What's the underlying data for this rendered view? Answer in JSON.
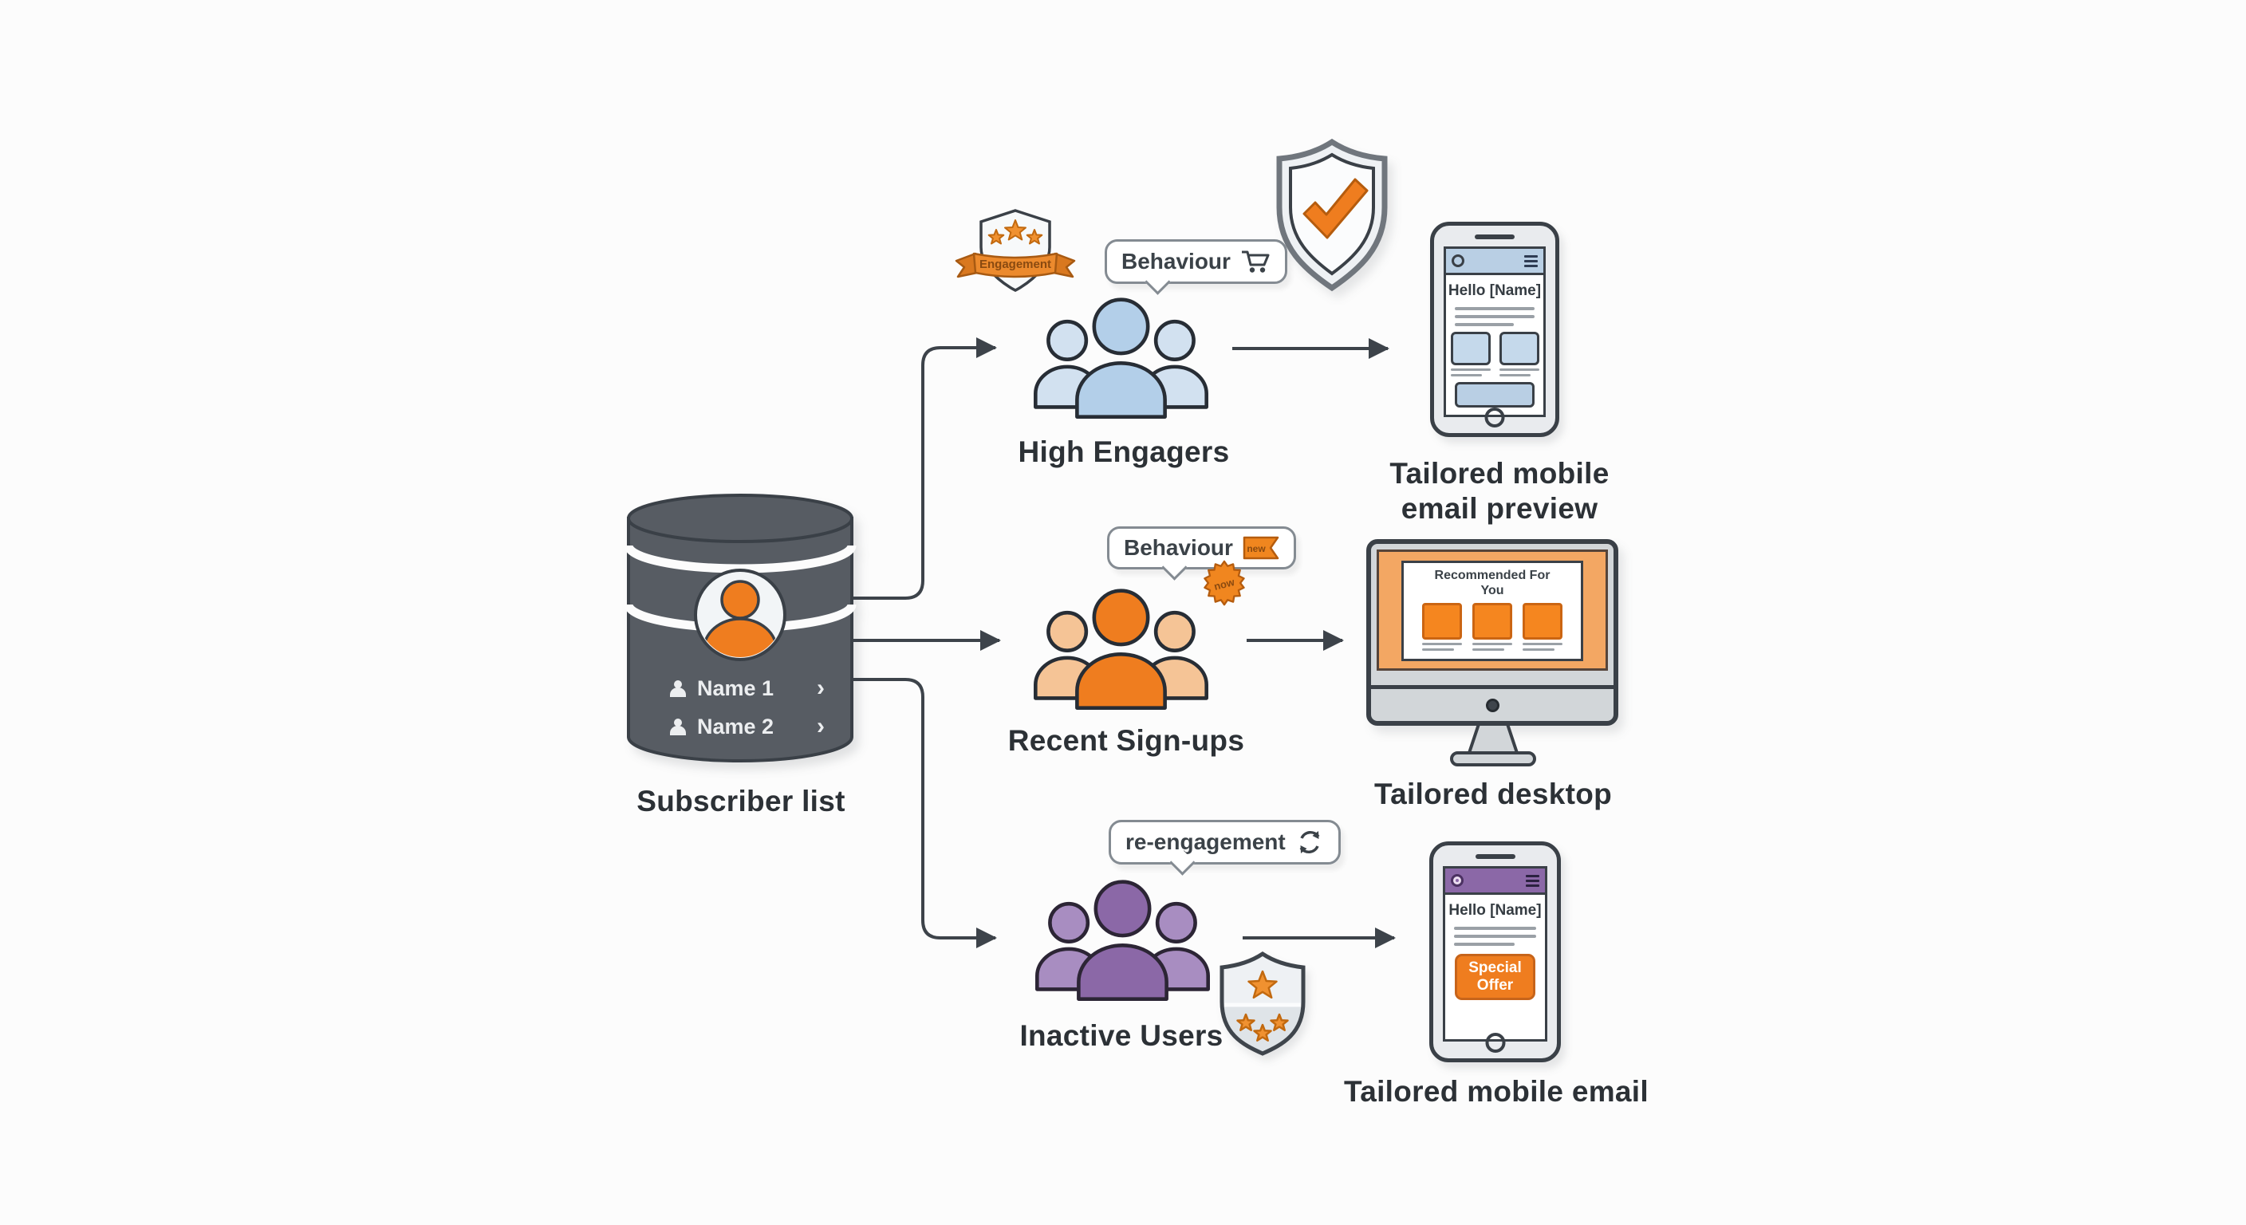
{
  "source": {
    "label": "Subscriber list",
    "rows": [
      {
        "name": "Name 1",
        "chevron": "›"
      },
      {
        "name": "Name 2",
        "chevron": "›"
      }
    ]
  },
  "segments": {
    "high": {
      "label": "High Engagers",
      "bubble": "Behaviour",
      "badge_ribbon": "Engagement"
    },
    "recent": {
      "label": "Recent Sign-ups",
      "bubble": "Behaviour",
      "flag": "new",
      "burst": "now"
    },
    "inactive": {
      "label": "Inactive Users",
      "bubble": "re-engagement"
    }
  },
  "outputs": {
    "mobile_preview": {
      "label": "Tailored mobile email preview",
      "screen_title": "Hello [Name]"
    },
    "desktop": {
      "label": "Tailored desktop",
      "screen_title": "Recommended For You"
    },
    "mobile_email": {
      "label": "Tailored mobile email",
      "screen_title": "Hello [Name]",
      "cta": "Special Offer"
    }
  },
  "colors": {
    "background": "#fcfcfc",
    "outline": "#3a4047",
    "arrow": "#3d434a",
    "cylinder": "#575c63",
    "orange": "#ef7d1f",
    "orange_light": "#f5c496",
    "orange_screen": "#f3a763",
    "blue": "#b3cfe9",
    "blue_light": "#d2e1f0",
    "purple": "#8b68a7",
    "purple_light": "#a88dc1",
    "label_text": "#2c3136"
  }
}
